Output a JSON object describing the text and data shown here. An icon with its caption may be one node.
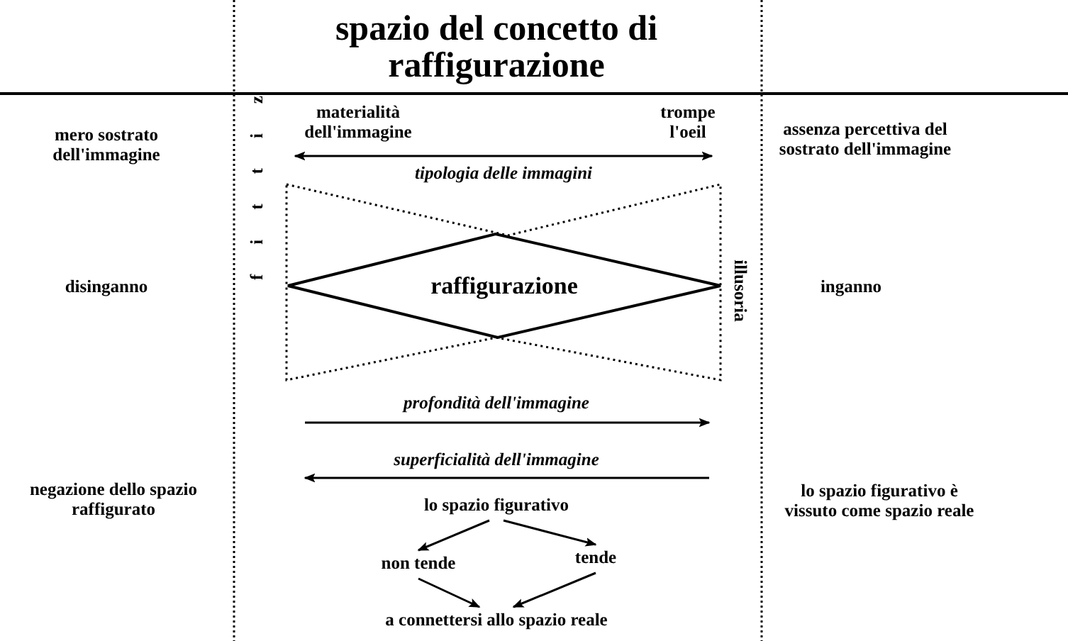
{
  "diagram": {
    "title": "spazio del concetto di raffigurazione",
    "nodes": [
      {
        "text": [
          "materialità dell'immagine"
        ]
      },
      {
        "text": [
          "trompe l'oeil"
        ]
      },
      {
        "text": [
          "raffigurazione"
        ]
      },
      {
        "text": [
          "lo spazio figurativo"
        ]
      },
      {
        "text": [
          "non tende"
        ]
      },
      {
        "text": [
          "tende"
        ]
      },
      {
        "text": [
          "a connettersi allo spazio reale"
        ]
      }
    ],
    "edges": [
      {
        "from": 0,
        "to": 1,
        "arrow": "both",
        "label": "tipologia delle immagini"
      },
      {
        "from": 3,
        "to": 4,
        "arrow": "to"
      },
      {
        "from": 3,
        "to": 5,
        "arrow": "to"
      },
      {
        "from": 4,
        "to": 6,
        "arrow": "to"
      },
      {
        "from": 5,
        "to": 6,
        "arrow": "to"
      }
    ],
    "labels": [
      "fittiz",
      "mero sostrato dell'immagine",
      "assenza percettiva del sostrato dell'immagine",
      "disinganno",
      "illusoria",
      "inganno",
      "profondità dell'immagine",
      "superficialità dell'immagine",
      "negazione dello spazio raffigurato",
      "lo spazio figurativo è vissuto come spazio reale"
    ]
  }
}
